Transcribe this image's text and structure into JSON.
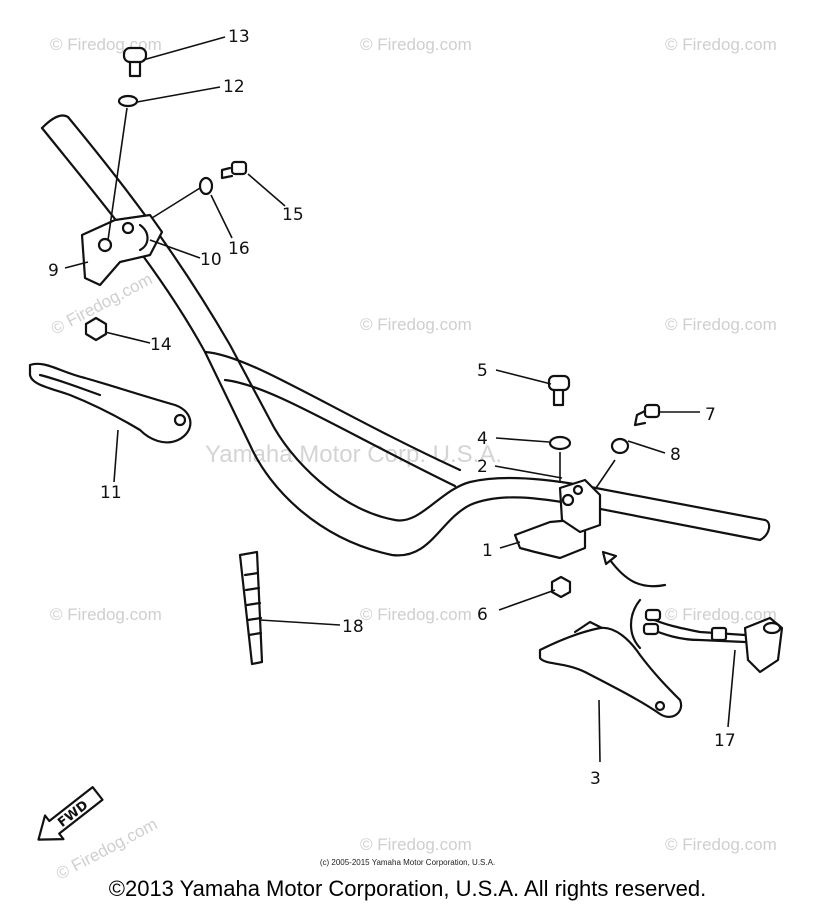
{
  "watermark": {
    "site": "© Firedog.com",
    "center_text": "Yamaha Motor Corp. U.S.A."
  },
  "callouts": {
    "c1": "1",
    "c2": "2",
    "c3": "3",
    "c4": "4",
    "c5": "5",
    "c6": "6",
    "c7": "7",
    "c8": "8",
    "c9": "9",
    "c10": "10",
    "c11": "11",
    "c12": "12",
    "c13": "13",
    "c14": "14",
    "c15": "15",
    "c16": "16",
    "c17": "17",
    "c18": "18"
  },
  "fwd_label": "FWD",
  "copyright_small": "(c) 2005-2015 Yamaha Motor Corporation, U.S.A.",
  "copyright_main": "©2013 Yamaha Motor Corporation, U.S.A. All rights reserved."
}
